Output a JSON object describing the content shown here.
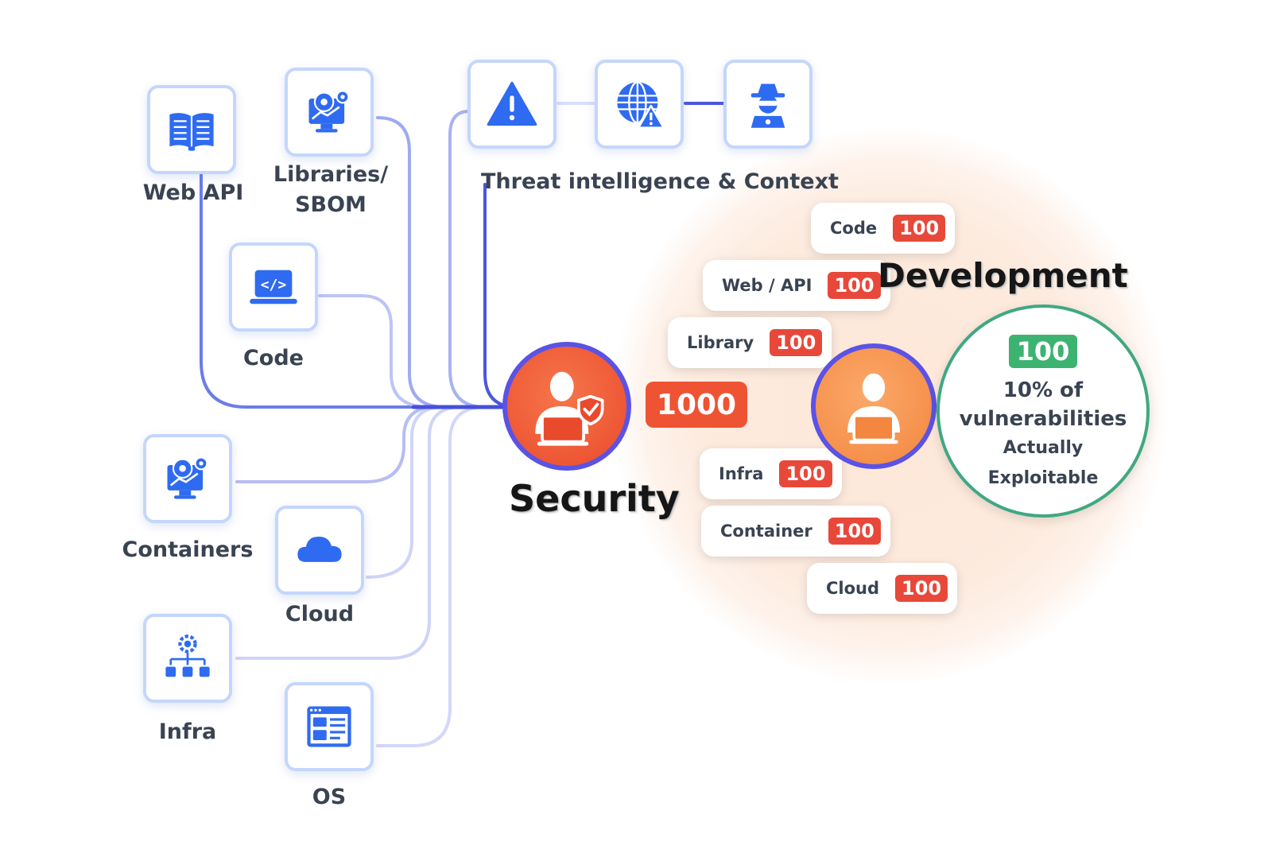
{
  "sources": {
    "web_api": "Web API",
    "libraries": "Libraries/\nSBOM",
    "code": "Code",
    "containers": "Containers",
    "cloud": "Cloud",
    "infra": "Infra",
    "os": "OS"
  },
  "threat": {
    "label": "Threat intelligence & Context",
    "icons": [
      "warning-icon",
      "globe-alert-icon",
      "spy-icon"
    ]
  },
  "security": {
    "title": "Security",
    "count": "1000"
  },
  "development": {
    "title": "Development",
    "items": [
      {
        "name": "Code",
        "value": "100"
      },
      {
        "name": "Web / API",
        "value": "100"
      },
      {
        "name": "Library",
        "value": "100"
      },
      {
        "name": "Infra",
        "value": "100"
      },
      {
        "name": "Container",
        "value": "100"
      },
      {
        "name": "Cloud",
        "value": "100"
      }
    ]
  },
  "result": {
    "value": "100",
    "line1": "10% of",
    "line2": "vulnerabilities",
    "line3": "Actually",
    "line4": "Exploitable"
  },
  "colors": {
    "tile_border": "#c4d6fb",
    "icon_blue": "#2f6bf0",
    "line_blue": "#5b6ee6",
    "security_orange": "#ee5333",
    "badge_red": "#e8483a",
    "result_green": "#3fa882"
  }
}
